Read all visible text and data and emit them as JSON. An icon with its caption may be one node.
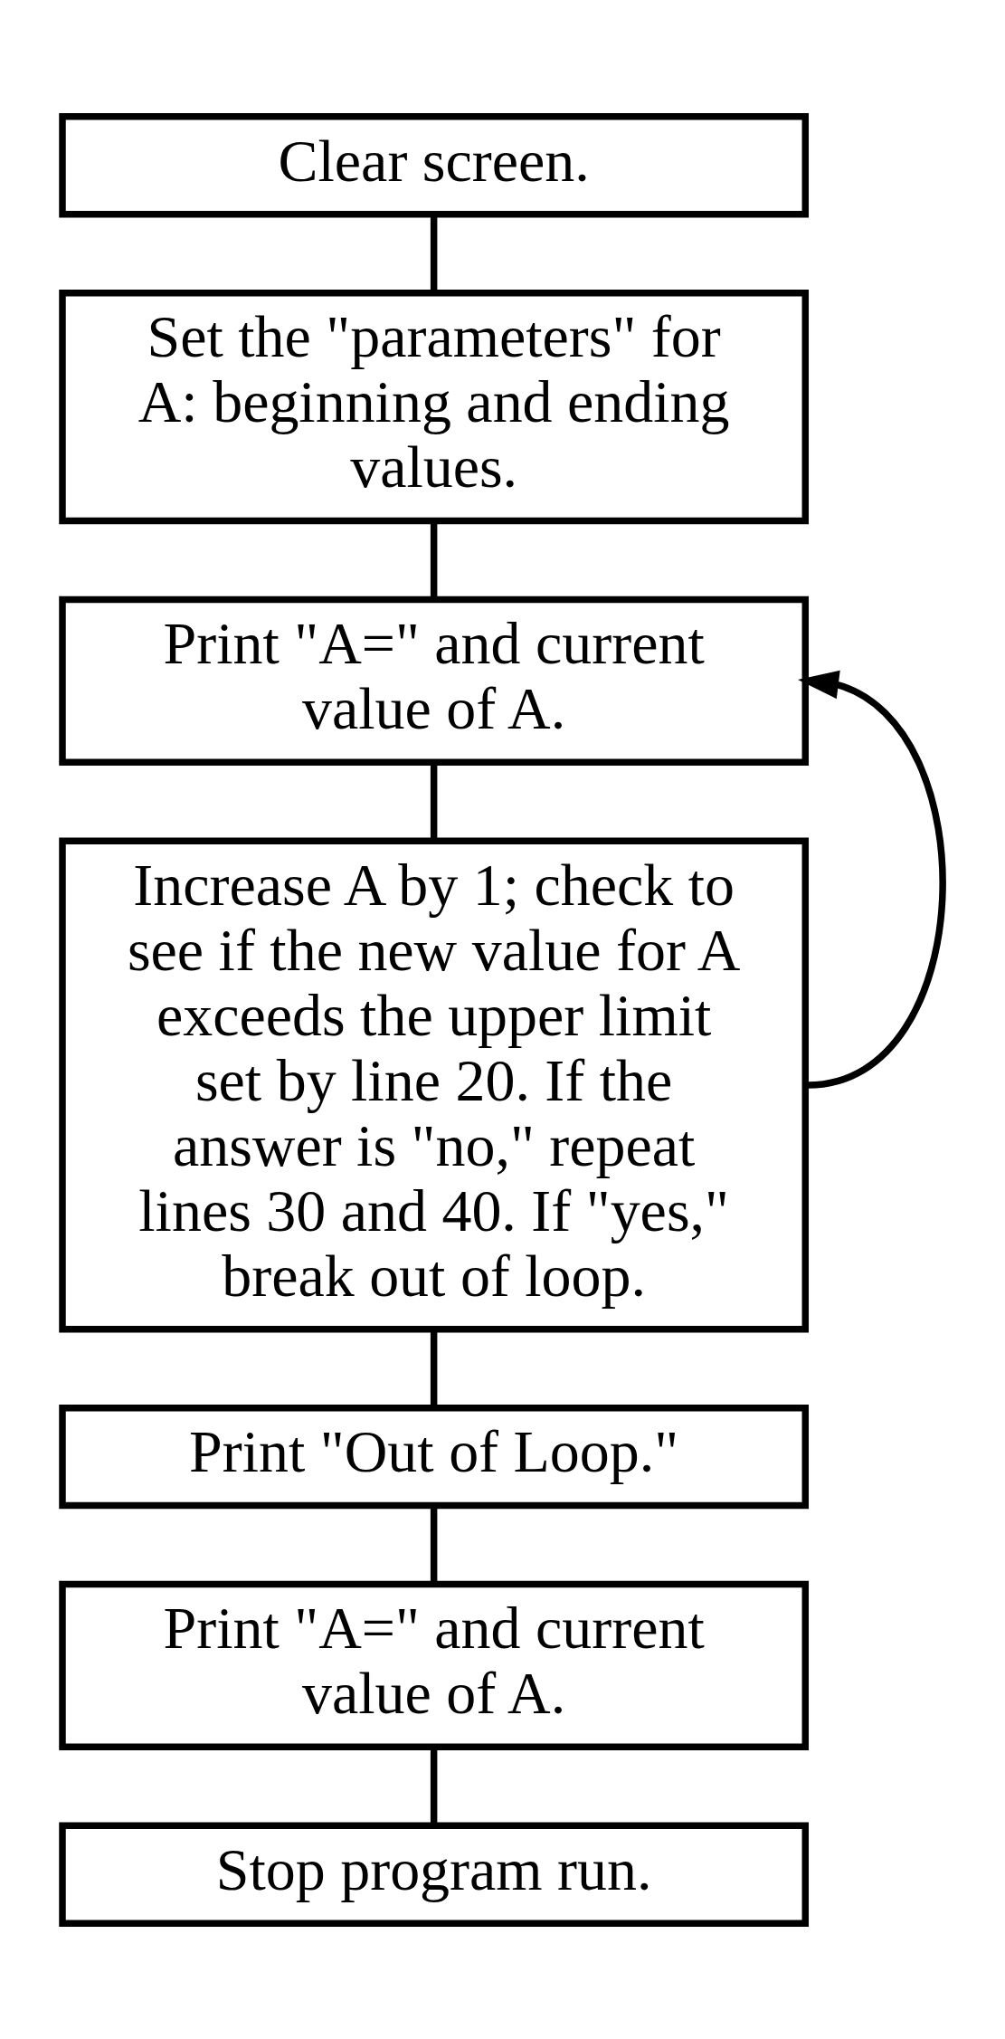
{
  "diagram": {
    "nodes": [
      {
        "text": [
          "Clear screen."
        ]
      },
      {
        "text": [
          "Set the \"parameters\" for A: beginning and ending values."
        ]
      },
      {
        "text": [
          "Print \"A=\" and current value of A."
        ]
      },
      {
        "text": [
          "Increase A by 1; check to see if the new value for A exceeds the upper limit set by line 20. If the answer is \"no,\" repeat lines 30 and 40. If \"yes,\" break out of loop."
        ]
      },
      {
        "text": [
          "Print \"Out of Loop.\""
        ]
      },
      {
        "text": [
          "Print \"A=\" and current value of A."
        ]
      },
      {
        "text": [
          "Stop program run."
        ]
      }
    ],
    "edges": [
      {
        "from": 0,
        "to": 1,
        "arrow": "none"
      },
      {
        "from": 1,
        "to": 2,
        "arrow": "none"
      },
      {
        "from": 2,
        "to": 3,
        "arrow": "none"
      },
      {
        "from": 3,
        "to": 4,
        "arrow": "none"
      },
      {
        "from": 4,
        "to": 5,
        "arrow": "none"
      },
      {
        "from": 5,
        "to": 6,
        "arrow": "none"
      },
      {
        "from": 3,
        "to": 2,
        "arrow": "to"
      }
    ]
  }
}
